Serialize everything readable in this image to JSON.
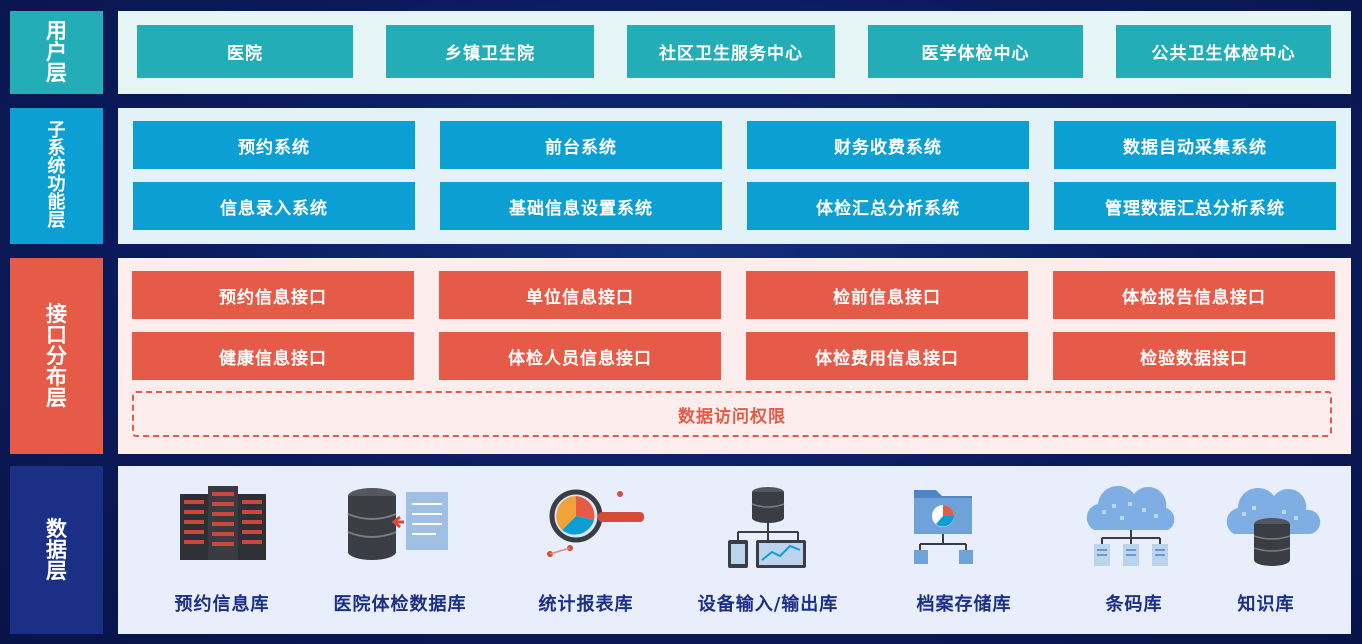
{
  "layers": {
    "user": {
      "label": "用户层",
      "items": [
        "医院",
        "乡镇卫生院",
        "社区卫生服务中心",
        "医学体检中心",
        "公共卫生体检中心"
      ]
    },
    "subsystem": {
      "label": "子系统功能层",
      "items": [
        "预约系统",
        "前台系统",
        "财务收费系统",
        "数据自动采集系统",
        "信息录入系统",
        "基础信息设置系统",
        "体检汇总分析系统",
        "管理数据汇总分析系统"
      ]
    },
    "interface": {
      "label": "接口分布层",
      "items": [
        "预约信息接口",
        "单位信息接口",
        "检前信息接口",
        "体检报告信息接口",
        "健康信息接口",
        "体检人员信息接口",
        "体检费用信息接口",
        "检验数据接口"
      ],
      "access": "数据访问权限"
    },
    "data": {
      "label": "数据层",
      "items": [
        {
          "label": "预约信息库",
          "icon": "server-rack-icon"
        },
        {
          "label": "医院体检数据库",
          "icon": "database-document-icon"
        },
        {
          "label": "统计报表库",
          "icon": "magnifier-chart-icon"
        },
        {
          "label": "设备输入/输出库",
          "icon": "database-network-icon"
        },
        {
          "label": "档案存储库",
          "icon": "folder-tree-icon"
        },
        {
          "label": "条码库",
          "icon": "cloud-documents-icon"
        },
        {
          "label": "知识库",
          "icon": "cloud-database-icon"
        }
      ]
    }
  },
  "colors": {
    "background": "#0b1a5c",
    "user": "#23aeb7",
    "subsystem": "#0b9fd4",
    "interface": "#e55b48",
    "data": "#1b2f87"
  }
}
